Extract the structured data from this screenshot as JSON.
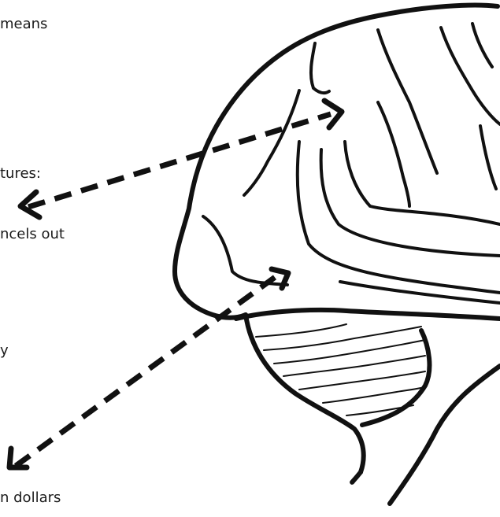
{
  "text_fragments": {
    "line_1": "means",
    "line_2": "tures:",
    "line_3": "ncels out",
    "line_4": "y",
    "line_5": "n dollars"
  },
  "colors": {
    "ink": "#111111",
    "background": "#ffffff"
  }
}
